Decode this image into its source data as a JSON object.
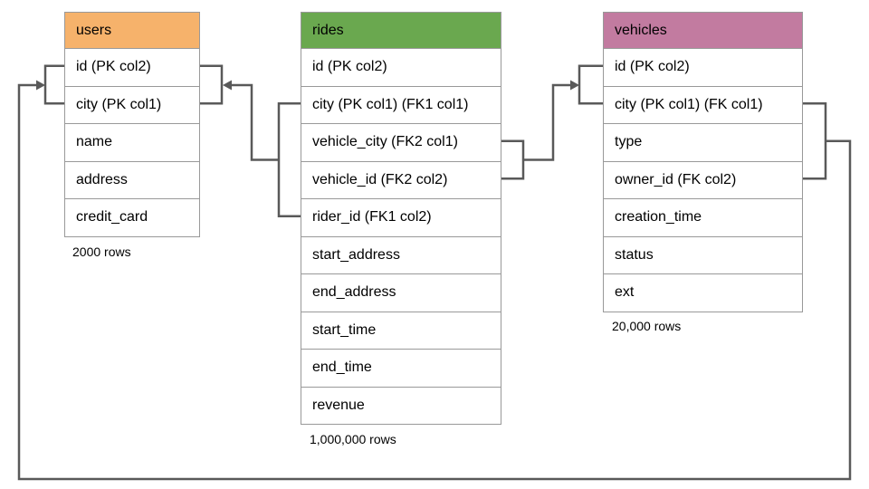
{
  "colors": {
    "users_header": "#F6B26B",
    "rides_header": "#6AA84F",
    "vehicles_header": "#C27BA0",
    "connector": "#595959",
    "table_border": "#999999"
  },
  "tables": {
    "users": {
      "title": "users",
      "columns": [
        "id (PK col2)",
        "city (PK col1)",
        "name",
        "address",
        "credit_card"
      ],
      "row_count": "2000 rows"
    },
    "rides": {
      "title": "rides",
      "columns": [
        "id (PK col2)",
        "city (PK col1) (FK1 col1)",
        "vehicle_city (FK2 col1)",
        "vehicle_id (FK2 col2)",
        "rider_id (FK1 col2)",
        "start_address",
        "end_address",
        "start_time",
        "end_time",
        "revenue"
      ],
      "row_count": "1,000,000 rows"
    },
    "vehicles": {
      "title": "vehicles",
      "columns": [
        "id (PK col2)",
        "city (PK col1) (FK col1)",
        "type",
        "owner_id (FK col2)",
        "creation_time",
        "status",
        "ext"
      ],
      "row_count": "20,000 rows"
    }
  },
  "relationships": [
    {
      "name": "rides-to-users",
      "from": "rides (city, rider_id) FK1",
      "to": "users (id, city)"
    },
    {
      "name": "rides-to-vehicles",
      "from": "rides (vehicle_city, vehicle_id) FK2",
      "to": "vehicles (id, city)"
    },
    {
      "name": "vehicles-to-users",
      "from": "vehicles (city, owner_id) FK",
      "to": "users (id, city)"
    }
  ]
}
